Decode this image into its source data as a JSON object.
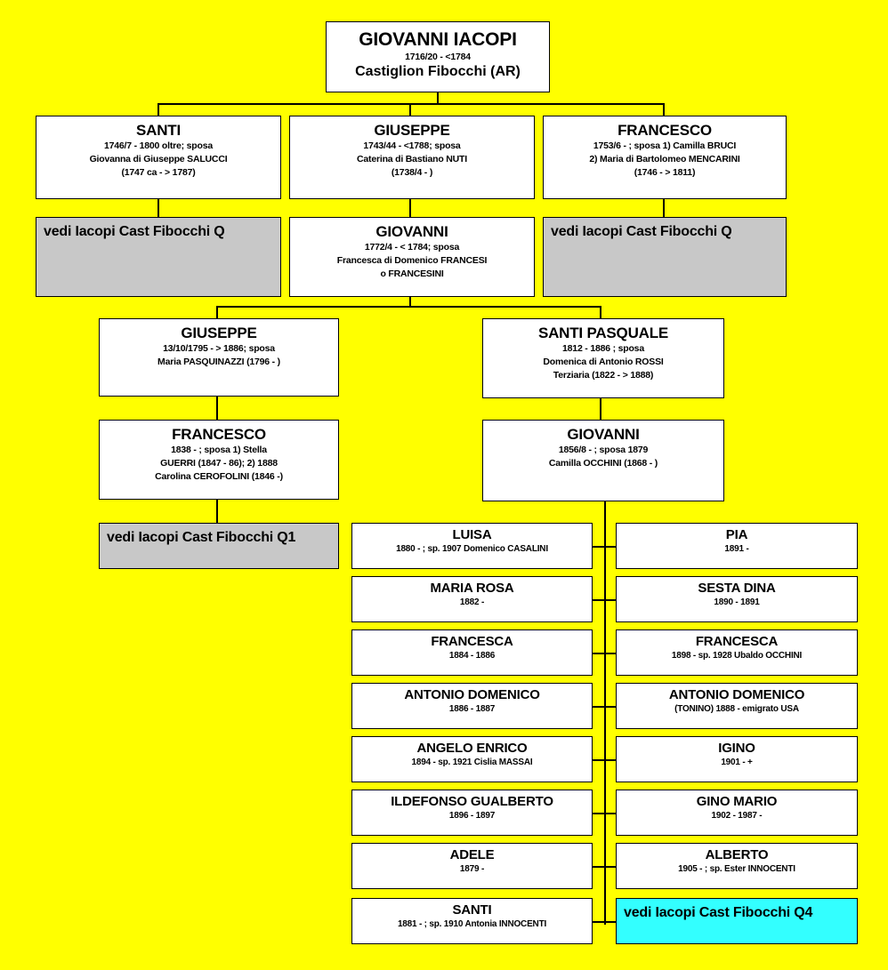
{
  "root": {
    "name": "GIOVANNI IACOPI",
    "dates": "1716/20 - <1784",
    "place": "Castiglion Fibocchi  (AR)"
  },
  "gen1": [
    {
      "name": "SANTI",
      "lines": [
        "1746/7 - 1800 oltre; sposa",
        "Giovanna di Giuseppe SALUCCI",
        "(1747 ca - > 1787)"
      ]
    },
    {
      "name": "GIUSEPPE",
      "lines": [
        "1743/44 - <1788; sposa",
        "Caterina di Bastiano NUTI",
        "(1738/4 -  )"
      ]
    },
    {
      "name": "FRANCESCO",
      "lines": [
        "1753/6 -  ; sposa 1) Camilla BRUCI",
        "2) Maria di Bartolomeo MENCARINI",
        "(1746 - > 1811)"
      ]
    }
  ],
  "refs": {
    "santi": "vedi Iacopi Cast Fibocchi Q",
    "francesco": "vedi Iacopi Cast Fibocchi Q",
    "francesco2": "vedi Iacopi Cast Fibocchi Q1",
    "giovanni2": "vedi Iacopi Cast Fibocchi Q4"
  },
  "giovanni": {
    "name": "GIOVANNI",
    "lines": [
      "1772/4 - < 1784; sposa",
      "Francesca di Domenico FRANCESI",
      "o FRANCESINI"
    ]
  },
  "giuseppe2": {
    "name": "GIUSEPPE",
    "lines": [
      "13/10/1795 - > 1886; sposa",
      "Maria PASQUINAZZI (1796 - )"
    ]
  },
  "santi_pasquale": {
    "name": "SANTI PASQUALE",
    "lines": [
      "1812 - 1886 ; sposa",
      "Domenica di Antonio ROSSI",
      "Terziaria (1822 - > 1888)"
    ]
  },
  "francesco2": {
    "name": "FRANCESCO",
    "lines": [
      "1838 -    ; sposa 1) Stella",
      "GUERRI (1847 - 86); 2) 1888",
      "Carolina CEROFOLINI (1846 -)"
    ]
  },
  "giovanni2": {
    "name": "GIOVANNI",
    "lines": [
      "1856/8 -    ; sposa 1879",
      "Camilla OCCHINI  (1868 -  )"
    ]
  },
  "children_left": [
    {
      "name": "LUISA",
      "dates": "1880 - ; sp. 1907 Domenico CASALINI"
    },
    {
      "name": "MARIA ROSA",
      "dates": "1882 -"
    },
    {
      "name": "FRANCESCA",
      "dates": "1884 - 1886"
    },
    {
      "name": "ANTONIO DOMENICO",
      "dates": "1886 - 1887"
    },
    {
      "name": "ANGELO ENRICO",
      "dates": "1894 - sp. 1921 Cislia MASSAI"
    },
    {
      "name": "ILDEFONSO GUALBERTO",
      "dates": "1896 - 1897"
    },
    {
      "name": "ADELE",
      "dates": "1879 -"
    },
    {
      "name": "SANTI",
      "dates": "1881 - ;  sp. 1910 Antonia INNOCENTI"
    }
  ],
  "children_right": [
    {
      "name": "PIA",
      "dates": "1891 -"
    },
    {
      "name": "SESTA DINA",
      "dates": "1890 - 1891"
    },
    {
      "name": "FRANCESCA",
      "dates": "1898 - sp. 1928 Ubaldo OCCHINI"
    },
    {
      "name": "ANTONIO DOMENICO",
      "dates": "(TONINO) 1888 - emigrato USA"
    },
    {
      "name": "IGINO",
      "dates": "1901 -   +"
    },
    {
      "name": "GINO MARIO",
      "dates": "1902 - 1987 -"
    },
    {
      "name": "ALBERTO",
      "dates": "1905 - ;  sp. Ester INNOCENTI"
    }
  ]
}
